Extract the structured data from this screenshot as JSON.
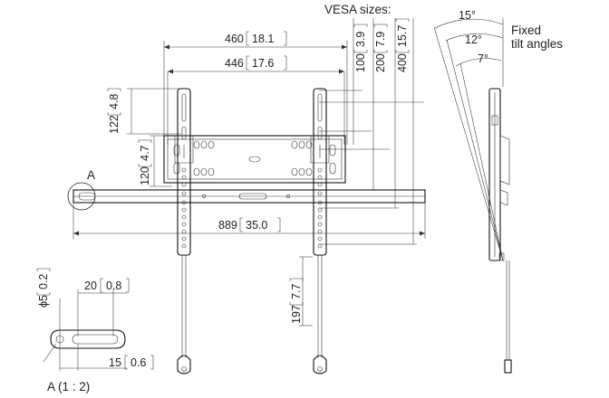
{
  "header": {
    "vesa_label": "VESA sizes:"
  },
  "tilt": {
    "angles": [
      "15°",
      "12°",
      "7°"
    ],
    "caption_line1": "Fixed",
    "caption_line2": "tilt angles"
  },
  "dims_horizontal": [
    {
      "mm": "460",
      "in": "18.1"
    },
    {
      "mm": "446",
      "in": "17.6"
    },
    {
      "mm": "889",
      "in": "35.0"
    }
  ],
  "dims_vesa": [
    {
      "mm": "100",
      "in": "3.9"
    },
    {
      "mm": "200",
      "in": "7.9"
    },
    {
      "mm": "400",
      "in": "15.7"
    }
  ],
  "dims_vertical": [
    {
      "mm": "122",
      "in": "4.8"
    },
    {
      "mm": "120",
      "in": "4.7"
    },
    {
      "mm": "197",
      "in": "7.7"
    }
  ],
  "detail": {
    "marker": "A",
    "title": "A (1 : 2)",
    "diameter": {
      "mm": "ϕ5",
      "in": "0.2"
    },
    "slot": {
      "mm": "20",
      "in": "0.8"
    },
    "offset": {
      "mm": "15",
      "in": "0.6"
    }
  }
}
